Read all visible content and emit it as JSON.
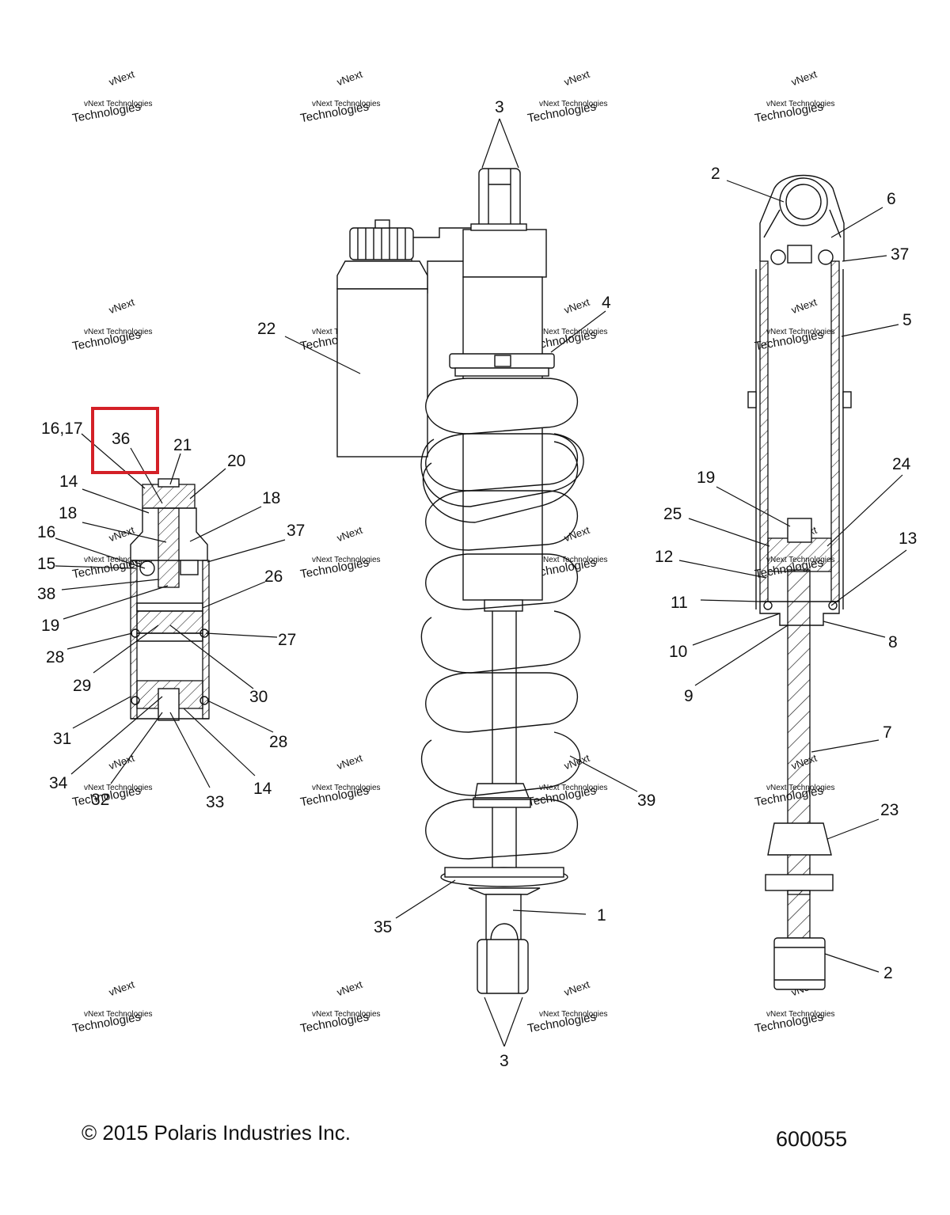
{
  "copyright": "© 2015 Polaris Industries Inc.",
  "figure_number": "600055",
  "highlight_color": "#d42027",
  "watermark": {
    "line1": "vNext Technologies",
    "line2": "Technologies",
    "line3": "vNext"
  },
  "callouts": {
    "c_3_top": "3",
    "c_3_bottom": "3",
    "c_22": "22",
    "c_4": "4",
    "c_39": "39",
    "c_35": "35",
    "c_1": "1",
    "c_2_top": "2",
    "c_6": "6",
    "c_37_right": "37",
    "c_5": "5",
    "c_19_right": "19",
    "c_24": "24",
    "c_25": "25",
    "c_12": "12",
    "c_13": "13",
    "c_11": "11",
    "c_10": "10",
    "c_8": "8",
    "c_9": "9",
    "c_7": "7",
    "c_23": "23",
    "c_2_bottom": "2",
    "c_16_17": "16,17",
    "c_36": "36",
    "c_21": "21",
    "c_20": "20",
    "c_14_top": "14",
    "c_18_left": "18",
    "c_18_right": "18",
    "c_37_left": "37",
    "c_16": "16",
    "c_15": "15",
    "c_38": "38",
    "c_26": "26",
    "c_19_left": "19",
    "c_27": "27",
    "c_28_left": "28",
    "c_29": "29",
    "c_30": "30",
    "c_31": "31",
    "c_28_right": "28",
    "c_34": "34",
    "c_32": "32",
    "c_33": "33",
    "c_14_bottom": "14"
  }
}
